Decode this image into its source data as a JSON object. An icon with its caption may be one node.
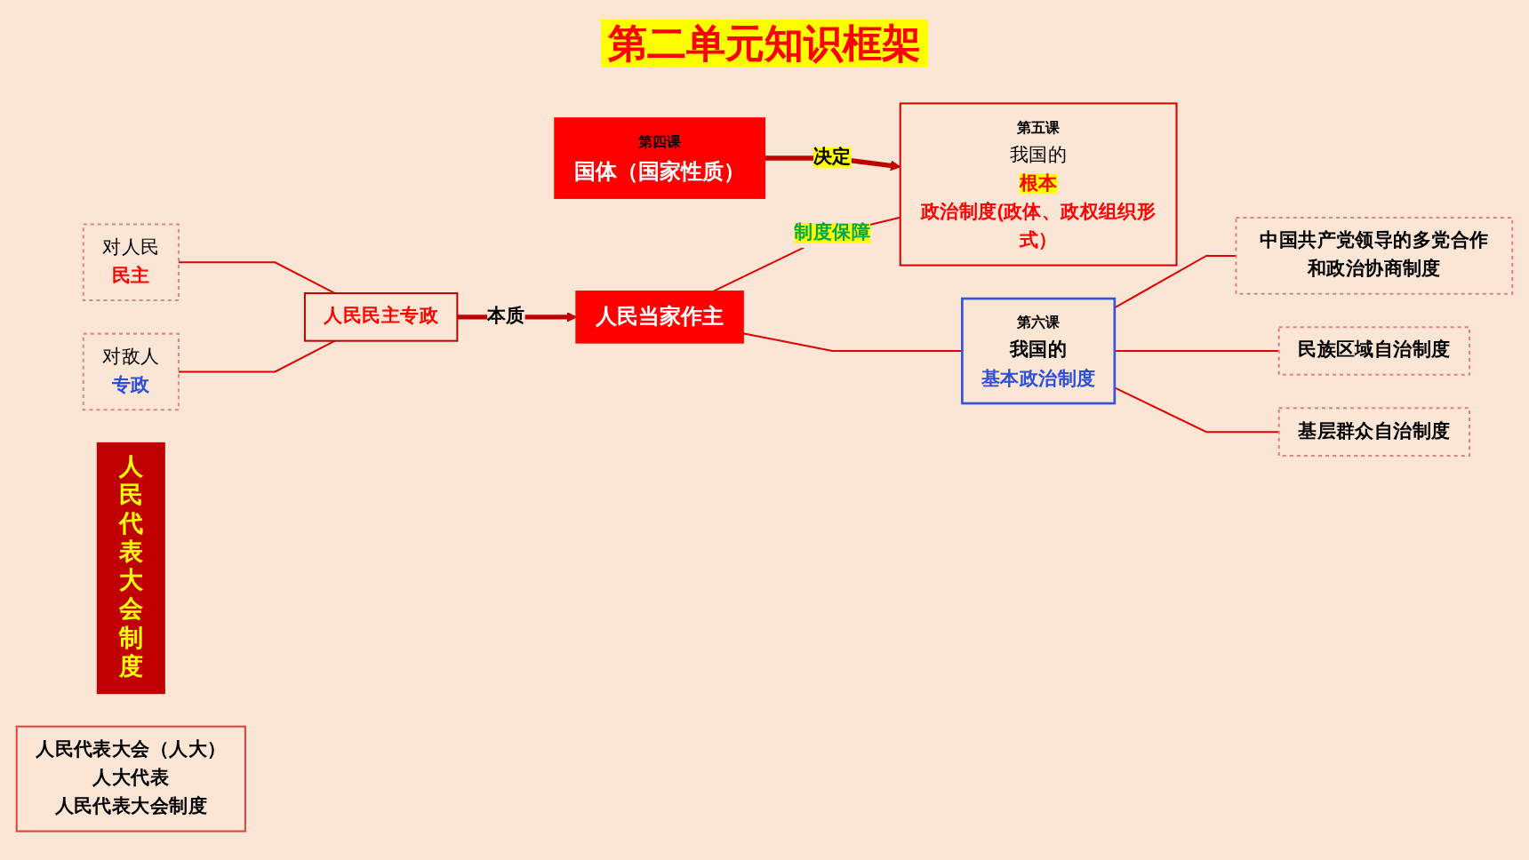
{
  "diagram": {
    "title": "第二单元知识框架",
    "nodes": [
      {
        "text": [
          "对人民",
          "民主"
        ]
      },
      {
        "text": [
          "对敌人",
          "专政"
        ]
      },
      {
        "text": [
          "第四课",
          "国体（国家性质）"
        ]
      },
      {
        "text": [
          "人民民主专政"
        ]
      },
      {
        "text": [
          "人民当家作主"
        ]
      },
      {
        "text": [
          "第五课",
          "我国的",
          "根本",
          "政治制度(政体、政权组织形式）"
        ]
      },
      {
        "text": [
          "人民代表大会制度"
        ]
      },
      {
        "text": [
          "人民代表大会（人大）",
          "人大代表",
          "人民代表大会制度"
        ]
      },
      {
        "text": [
          "第六课",
          "我国的",
          "基本政治制度"
        ]
      },
      {
        "text": [
          "中国共产党领导的多党合作和政治协商制度"
        ]
      },
      {
        "text": [
          "民族区域自治制度"
        ]
      },
      {
        "text": [
          "基层群众自治制度"
        ]
      }
    ],
    "edges": [
      {
        "from": 0,
        "to": 3,
        "arrow": "none"
      },
      {
        "from": 1,
        "to": 3,
        "arrow": "none"
      },
      {
        "from": 2,
        "to": 5,
        "arrow": "to",
        "label": "决定",
        "style": "thick",
        "color": "#c00000"
      },
      {
        "from": 3,
        "to": 4,
        "arrow": "to",
        "label": "本质",
        "style": "thick",
        "color": "#c00000"
      },
      {
        "from": 4,
        "to": 5,
        "arrow": "none",
        "label": "制度保障"
      },
      {
        "from": 4,
        "to": 8,
        "arrow": "none"
      },
      {
        "from": 8,
        "to": 9,
        "arrow": "none"
      },
      {
        "from": 8,
        "to": 10,
        "arrow": "none"
      },
      {
        "from": 8,
        "to": 11,
        "arrow": "none"
      }
    ]
  }
}
